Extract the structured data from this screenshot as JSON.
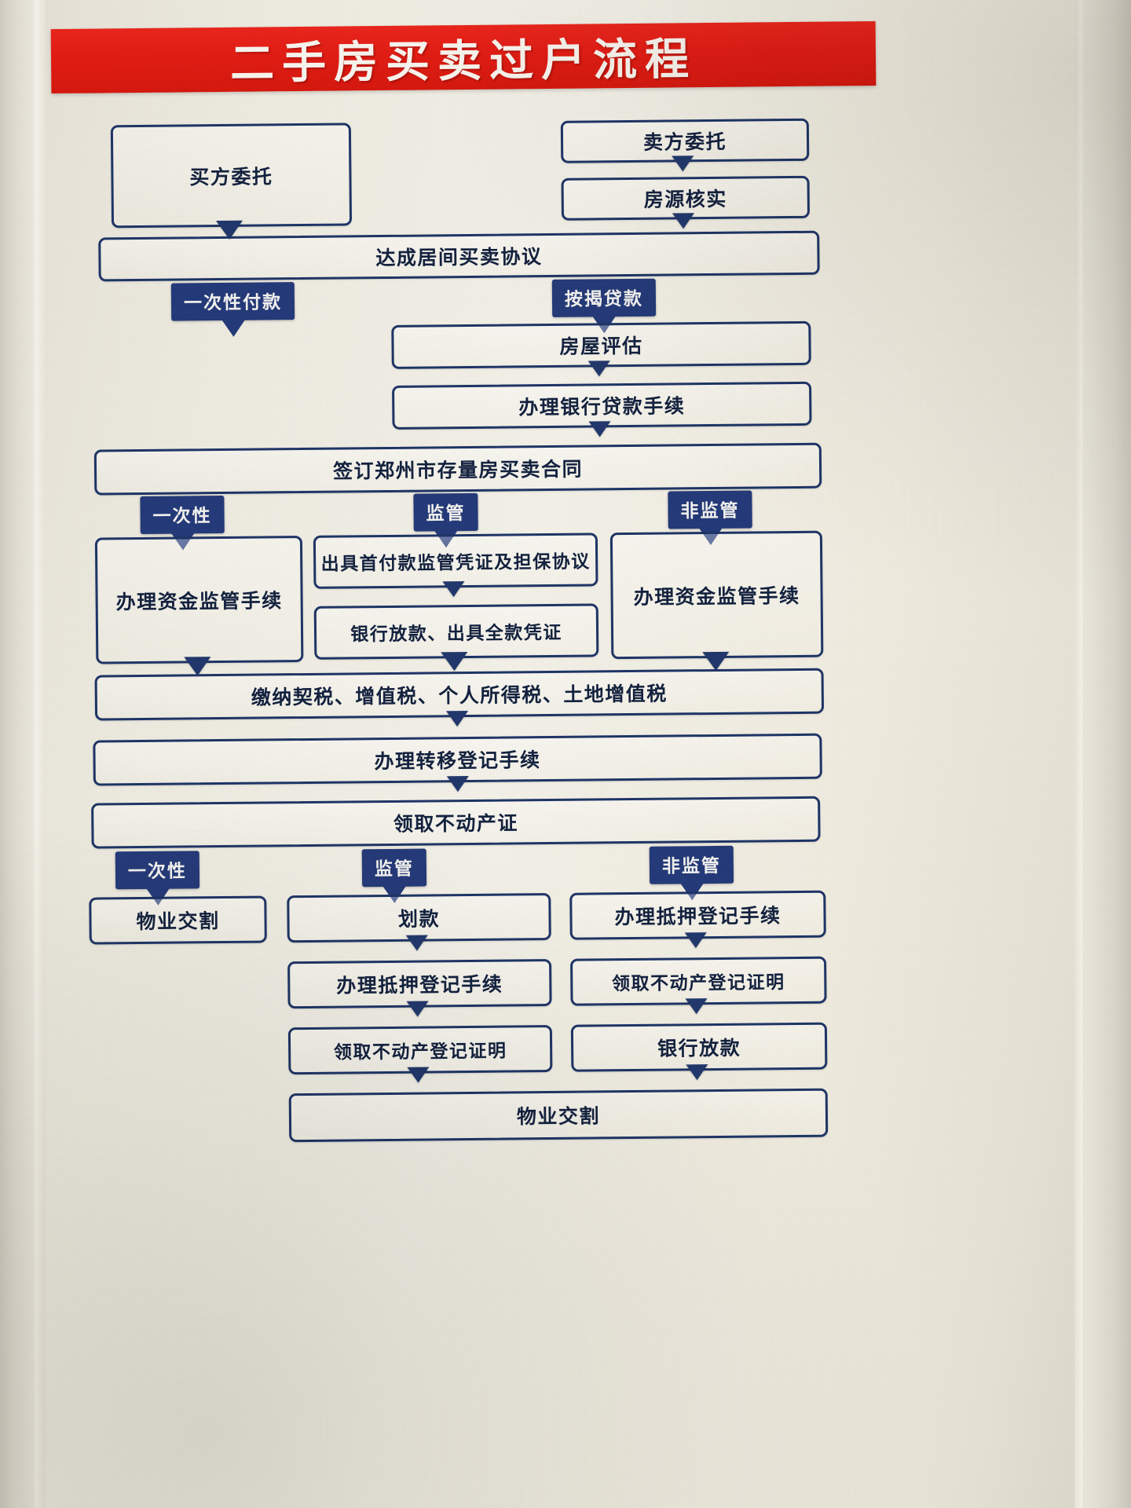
{
  "title": "二手房买卖过户流程",
  "theme": {
    "banner_color": "#e0211a",
    "banner_text_color": "#f6f2ec",
    "box_border_color": "#1f3566",
    "box_text_color": "#14223f",
    "badge_bg_color": "#253a78",
    "badge_text_color": "#f2f1ee",
    "paper_color": "#ece9df"
  },
  "flow": {
    "buyer_entrust": "买方委托",
    "seller_entrust": "卖方委托",
    "listing_verify": "房源核实",
    "brokerage_agreement": "达成居间买卖协议",
    "branch_lump_sum_payment": "一次性付款",
    "branch_mortgage_loan": "按揭贷款",
    "house_appraisal": "房屋评估",
    "bank_loan_procedures": "办理银行贷款手续",
    "sign_zhengzhou_contract": "签订郑州市存量房买卖合同",
    "branch_lump_sum": "一次性",
    "branch_supervised": "监管",
    "branch_unsupervised": "非监管",
    "fund_supervision_left": "办理资金监管手续",
    "down_payment_voucher": "出具首付款监管凭证及担保协议",
    "bank_release_full_voucher": "银行放款、出具全款凭证",
    "fund_supervision_right": "办理资金监管手续",
    "pay_taxes": "缴纳契税、增值税、个人所得税、土地增值税",
    "transfer_registration": "办理转移登记手续",
    "receive_property_cert": "领取不动产证",
    "branch2_lump_sum": "一次性",
    "branch2_supervised": "监管",
    "branch2_unsupervised": "非监管",
    "handover_left": "物业交割",
    "transfer_funds": "划款",
    "mortgage_registration_mid": "办理抵押登记手续",
    "registration_proof_mid": "领取不动产登记证明",
    "mortgage_registration_right": "办理抵押登记手续",
    "registration_proof_right": "领取不动产登记证明",
    "bank_release_right": "银行放款",
    "handover_final": "物业交割"
  }
}
